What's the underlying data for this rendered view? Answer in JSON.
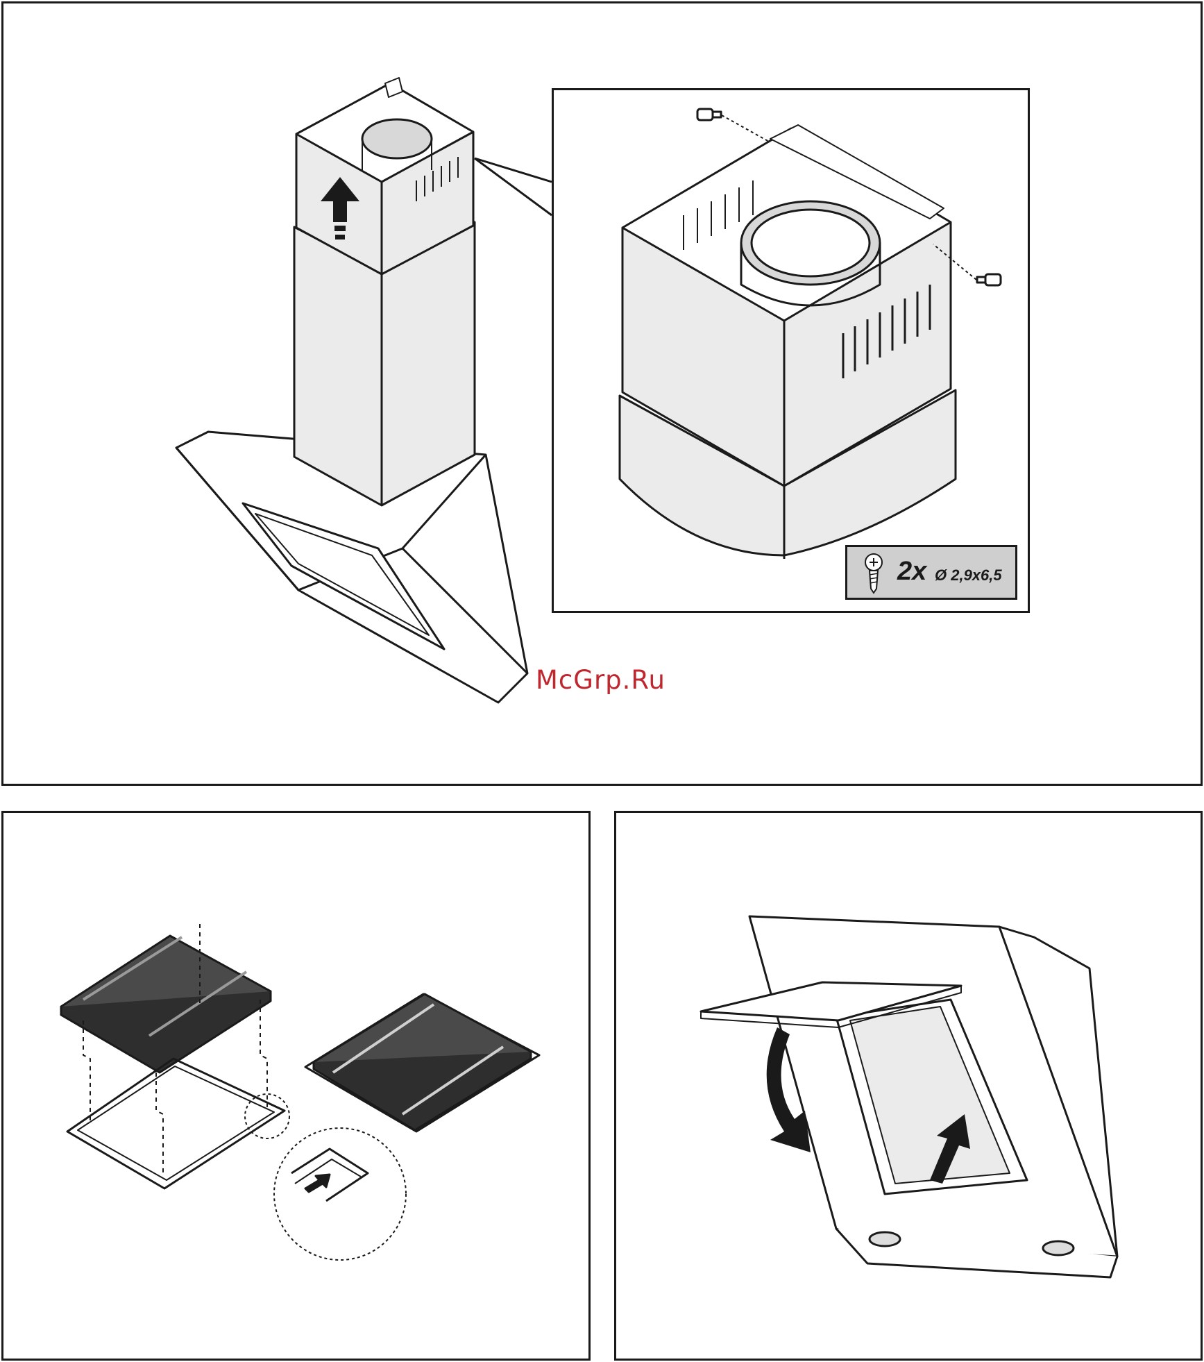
{
  "watermark": "McGrp.Ru",
  "screw_spec": {
    "count": "2x",
    "size": "Ø 2,9x6,5"
  },
  "colors": {
    "line": "#1a1a1a",
    "panel_fill": "#ebebeb",
    "filter_dark": "#4a4a4a",
    "callout_box": "#cfcfcf",
    "watermark": "#c0262d"
  },
  "icons": {
    "up_arrow": "arrow-up-icon",
    "screw": "screw-icon",
    "curved_arrow": "curved-arrow-icon"
  }
}
